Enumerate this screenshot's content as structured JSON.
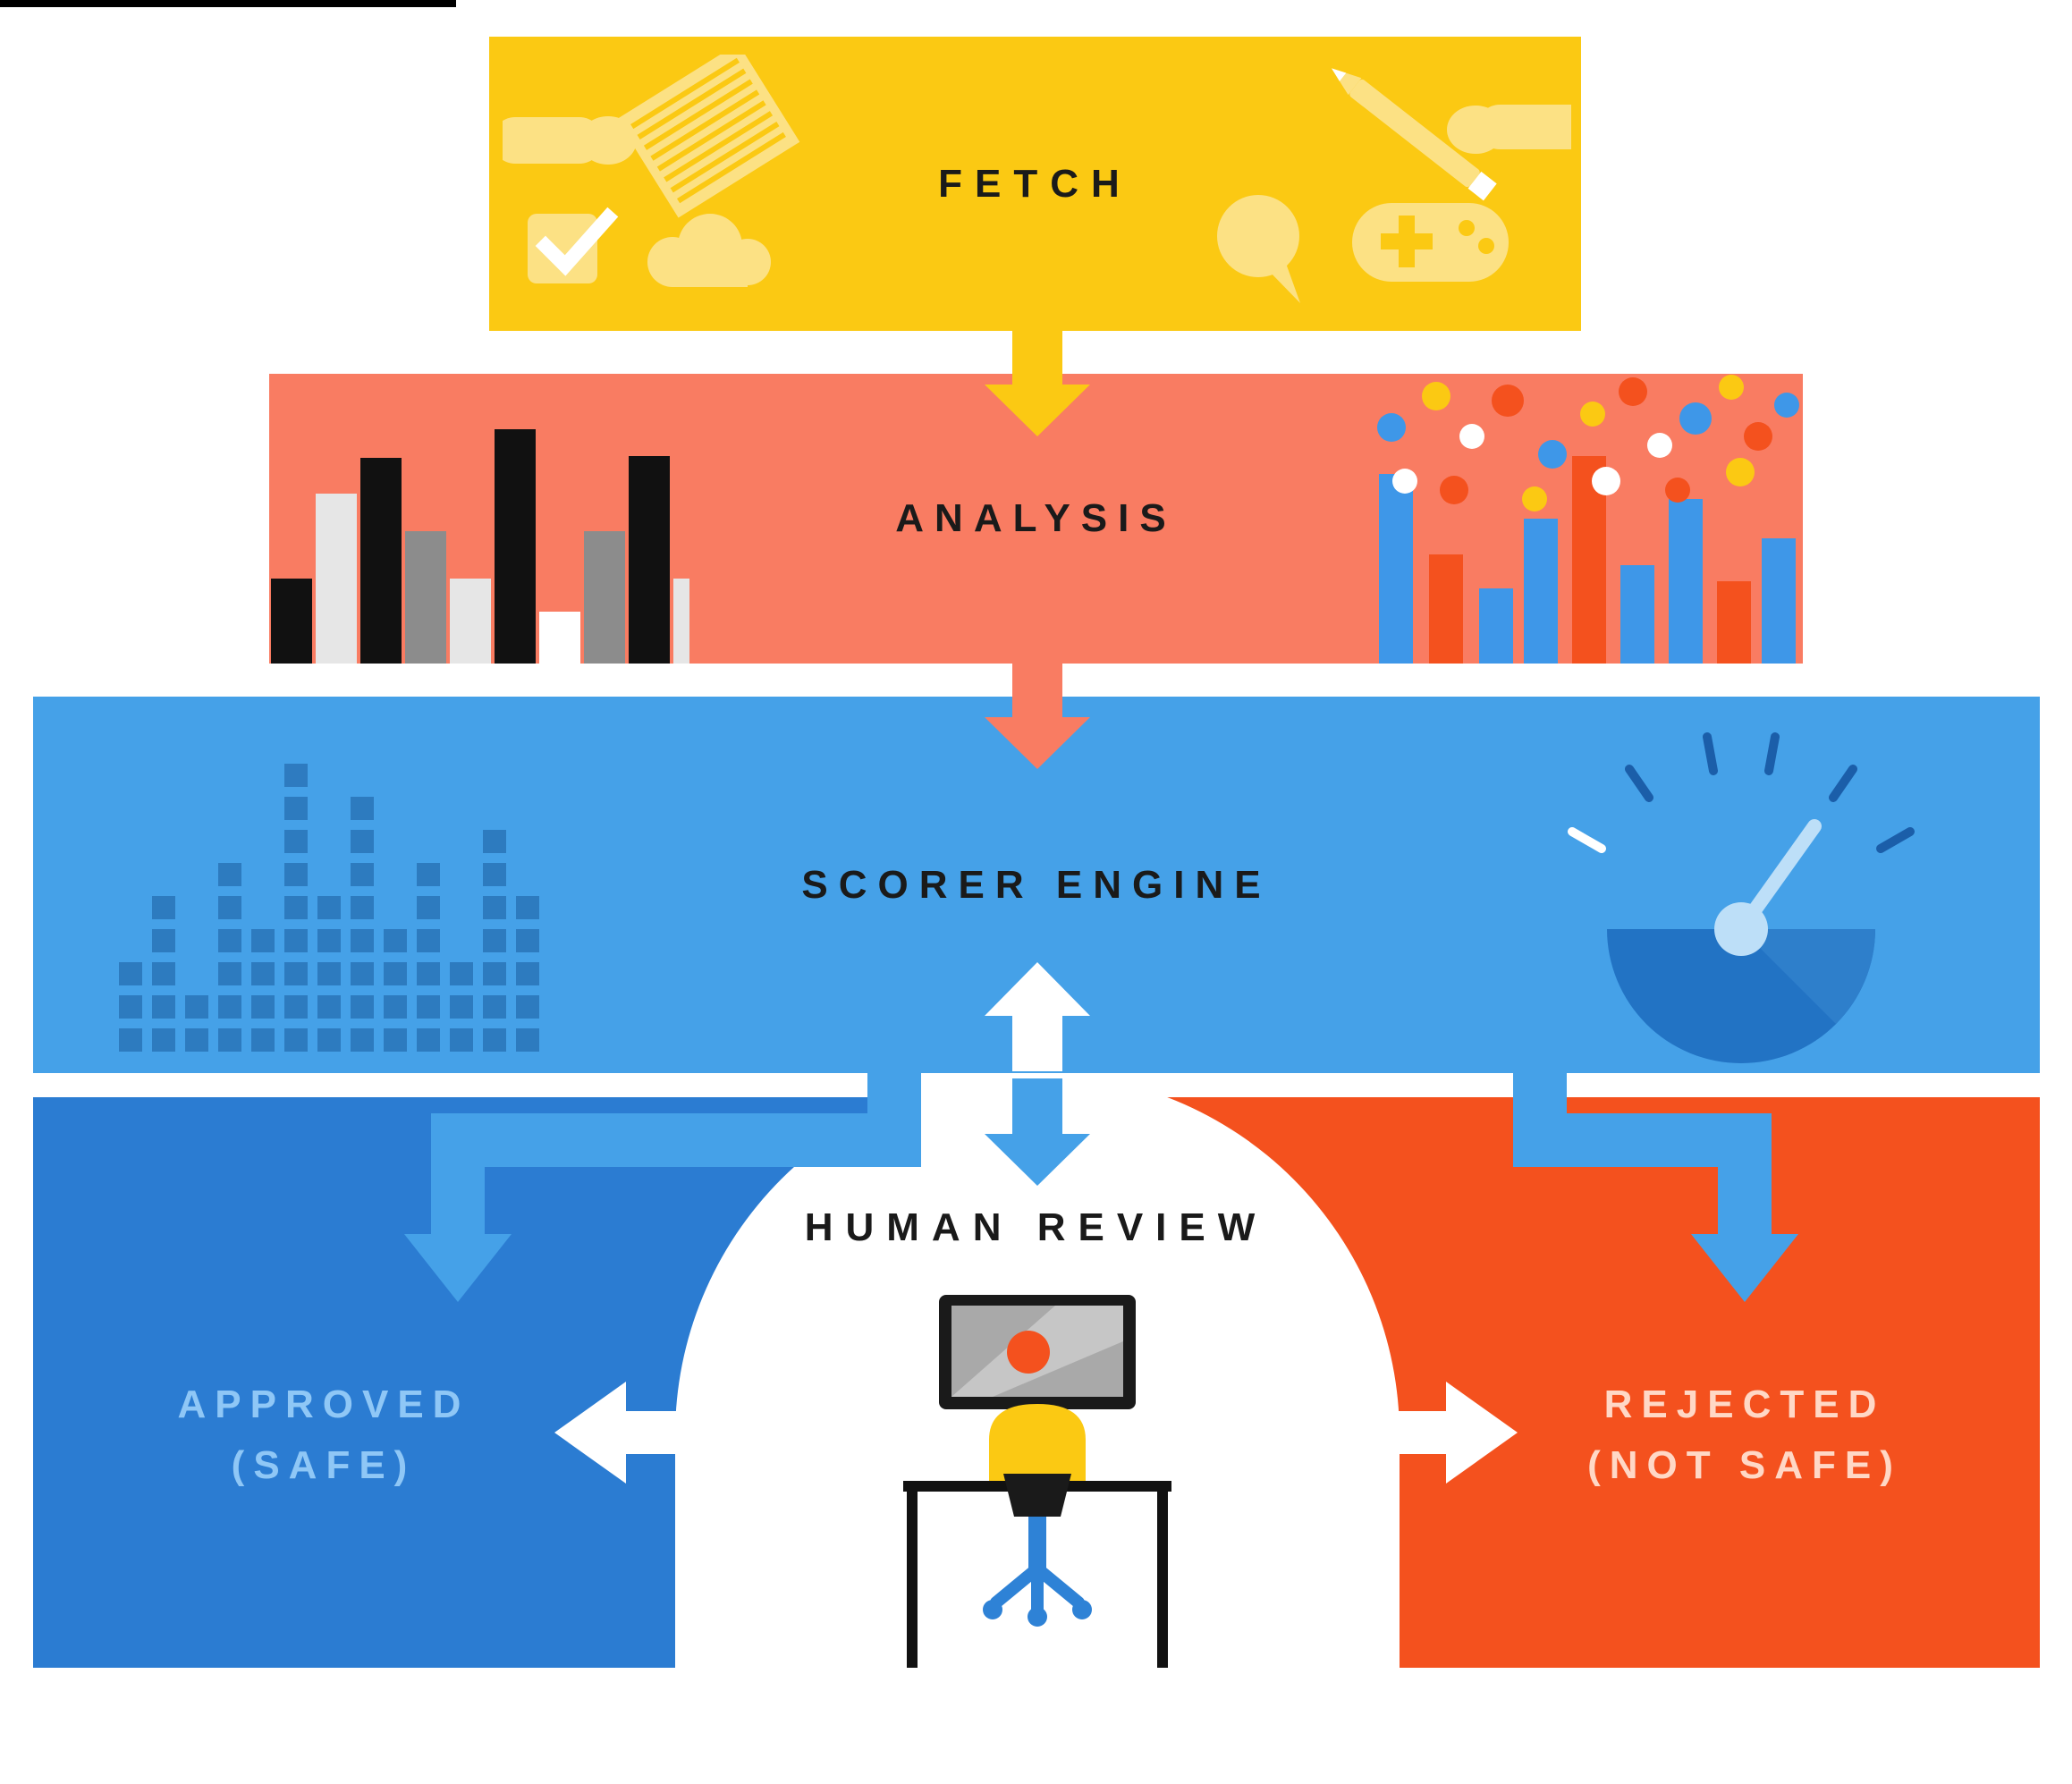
{
  "colors": {
    "background": "#FFFFFF",
    "fetch_yellow": "#FBC913",
    "fetch_icon_yellow": "#FCE184",
    "analysis_coral": "#F97C62",
    "scorer_blue": "#45A1E8",
    "approved_dark_blue": "#2B7CD2",
    "rejected_orange": "#F4511E",
    "approved_text": "#8FC7F6",
    "rejected_text": "#FFD8C6",
    "label_dark": "#1A1A1A",
    "squares_blue": "#2B77BB",
    "gauge_blue": "#2273C4",
    "gauge_needle": "#BDDFF8"
  },
  "stages": {
    "fetch": {
      "label": "FETCH"
    },
    "analysis": {
      "label": "ANALYSIS"
    },
    "scorer": {
      "label": "SCORER ENGINE"
    },
    "human_review": {
      "label": "HUMAN REVIEW"
    },
    "approved": {
      "line1": "APPROVED",
      "line2": "(SAFE)"
    },
    "rejected": {
      "line1": "REJECTED",
      "line2": "(NOT SAFE)"
    }
  },
  "icons": {
    "fetch_left": [
      "hand-document-icon",
      "checkbox-icon",
      "cloud-icon"
    ],
    "fetch_right": [
      "writing-hand-icon",
      "speech-bubble-icon",
      "gamepad-icon"
    ],
    "analysis": [
      "bar-chart-mono-icon",
      "bar-chart-dots-icon"
    ],
    "scorer": [
      "equalizer-squares-icon",
      "gauge-icon"
    ],
    "human_review": [
      "reviewer-at-desk-icon"
    ]
  }
}
